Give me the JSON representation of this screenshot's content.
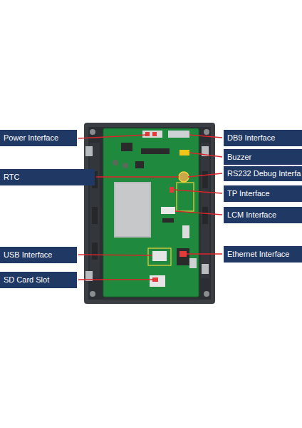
{
  "diagram": {
    "nodes": [
      {
        "text": [
          "Power Interface"
        ]
      },
      {
        "text": [
          "DB9 Interface"
        ]
      },
      {
        "text": [
          "Buzzer"
        ]
      },
      {
        "text": [
          "RTC"
        ]
      },
      {
        "text": [
          "RS232 Debug Interfa"
        ]
      },
      {
        "text": [
          "TP Interface"
        ]
      },
      {
        "text": [
          "LCM Interface"
        ]
      },
      {
        "text": [
          "USB Interface"
        ]
      },
      {
        "text": [
          "Ethernet Interface"
        ]
      },
      {
        "text": [
          "SD Card Slot"
        ]
      }
    ]
  }
}
